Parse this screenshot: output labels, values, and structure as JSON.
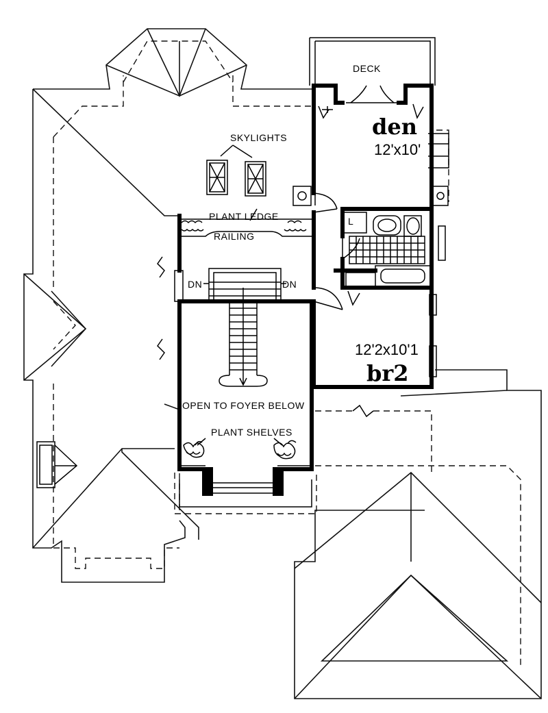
{
  "plan": {
    "deck": "DECK",
    "den_name": "den",
    "den_size": "12'x10'",
    "skylights": "SKYLIGHTS",
    "plant_ledge": "PLANT LEDGE",
    "railing": "RAILING",
    "dn_left": "DN",
    "dn_right": "DN",
    "open_to_foyer": "OPEN TO FOYER BELOW",
    "plant_shelves": "PLANT SHELVES",
    "br2_size": "12'2x10'1",
    "br2_name": "br2",
    "closet_label": "L"
  }
}
